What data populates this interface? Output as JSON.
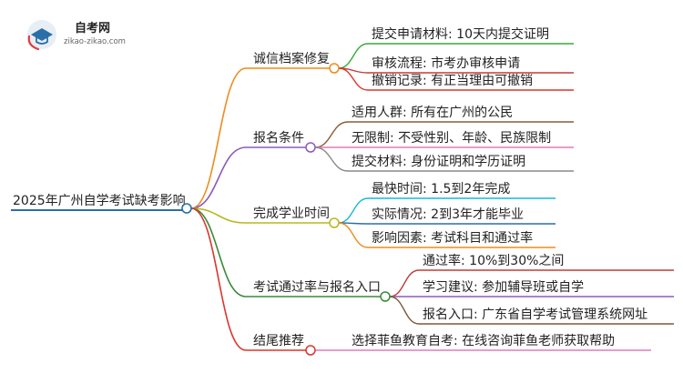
{
  "logo": {
    "title": "自考网",
    "subtitle": "zikao-zikao.com"
  },
  "root": {
    "label": "2025年广州自学考试缺考影响",
    "color": "#2b6fa8"
  },
  "branches": [
    {
      "label": "诚信档案修复",
      "color": "#f08a1c",
      "children": [
        {
          "label": "提交申请材料: 10天内提交证明",
          "color": "#3aa83a"
        },
        {
          "label": "审核流程: 市考办审核申请",
          "color": "#c43a3a"
        },
        {
          "label": "撤销记录: 有正当理由可撤销",
          "color": "#d9362c"
        }
      ]
    },
    {
      "label": "报名条件",
      "color": "#8e5ab8",
      "children": [
        {
          "label": "适用人群: 所有在广州的公民",
          "color": "#8a5a3a"
        },
        {
          "label": "无限制: 不受性别、年龄、民族限制",
          "color": "#e07ab8"
        },
        {
          "label": "提交材料: 身份证明和学历证明",
          "color": "#8a8a8a"
        }
      ]
    },
    {
      "label": "完成学业时间",
      "color": "#b8b81c",
      "children": [
        {
          "label": "最快时间: 1.5到2年完成",
          "color": "#1cb8d0"
        },
        {
          "label": "实际情况: 2到3年才能毕业",
          "color": "#2b6fa8"
        },
        {
          "label": "影响因素: 考试科目和通过率",
          "color": "#f08a1c"
        }
      ]
    },
    {
      "label": "考试通过率与报名入口",
      "color": "#3a8a3a",
      "children": [
        {
          "label": "通过率: 10%到30%之间",
          "color": "#c43a3a"
        },
        {
          "label": "学习建议: 参加辅导班或自学",
          "color": "#8e5ab8"
        },
        {
          "label": "报名入口: 广东省自学考试管理系统网址",
          "color": "#7a5a3a"
        }
      ]
    },
    {
      "label": "结尾推荐",
      "color": "#d9362c",
      "children": [
        {
          "label": "选择菲鱼教育自考: 在线咨询菲鱼老师获取帮助",
          "color": "#e07ab8"
        }
      ]
    }
  ]
}
